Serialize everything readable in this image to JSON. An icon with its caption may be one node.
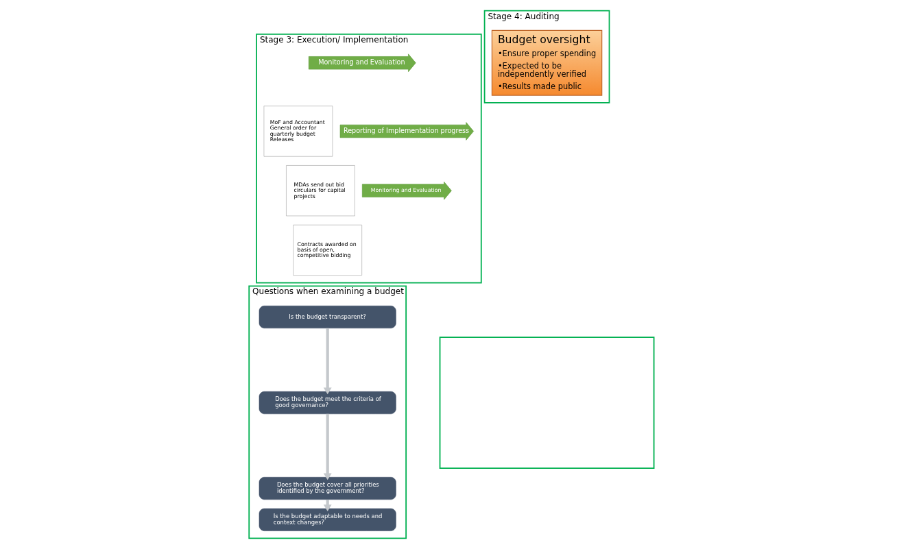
{
  "diagram": {
    "nodes": [
      {
        "text": [
          "Stage 3: Execution/ Implementation"
        ]
      },
      {
        "text": [
          "Monitoring and Evaluation"
        ],
        "in": 0
      },
      {
        "text": [
          "MoF and Accountant General order for quarterly budget Releases"
        ],
        "in": 0
      },
      {
        "text": [
          "Reporting of Implementation progress"
        ],
        "in": 0
      },
      {
        "text": [
          "MDAs send out bid circulars for capital projects"
        ],
        "in": 0
      },
      {
        "text": [
          "Monitoring and Evaluation"
        ],
        "in": 0
      },
      {
        "text": [
          "Contracts awarded on basis of open, competitive bidding"
        ],
        "in": 0
      },
      {
        "text": [
          "Stage 4: Auditing"
        ]
      },
      {
        "text": [
          "Budget oversight",
          "•Ensure proper spending",
          "•Expected to be independently verified",
          "•Results made public"
        ],
        "in": 7
      },
      {
        "text": [
          "Questions when examining a budget"
        ]
      },
      {
        "text": [
          "Is the budget transparent?"
        ],
        "in": 9
      },
      {
        "text": [
          "Does the budget meet the criteria of good governance?"
        ],
        "in": 9
      },
      {
        "text": [
          "Does the budget cover all priorities identified by the government?"
        ],
        "in": 9
      },
      {
        "text": [
          "Is the budget adaptable to needs and context changes?"
        ],
        "in": 9
      },
      {
        "text": [],
        "shape": "box"
      }
    ],
    "edges": [
      {
        "from": 10,
        "to": 11,
        "arrow": "to"
      },
      {
        "from": 11,
        "to": 12,
        "arrow": "to"
      },
      {
        "from": 12,
        "to": 13,
        "arrow": "to"
      }
    ]
  }
}
